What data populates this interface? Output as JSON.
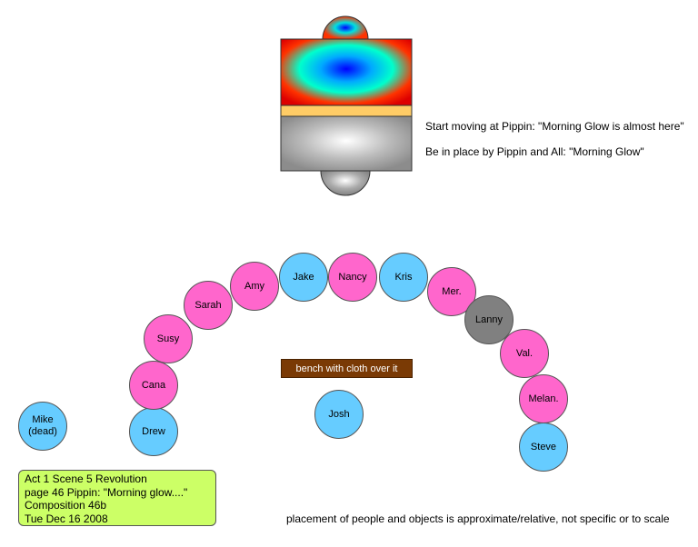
{
  "notes": {
    "cue_start": "Start moving at Pippin: \"Morning Glow is almost here\"",
    "cue_in_place": "Be in place by Pippin and All: \"Morning Glow\"",
    "disclaimer": "placement of people and objects is approximate/relative, not specific or to scale"
  },
  "bench_label": "bench with cloth over it",
  "info_box": {
    "line1": "Act 1 Scene 5 Revolution",
    "line2": "page 46 Pippin: \"Morning glow....\"",
    "line3": "Composition 46b",
    "line4": "Tue Dec 16 2008"
  },
  "people": {
    "mike": "Mike\n(dead)",
    "drew": "Drew",
    "cana": "Cana",
    "susy": "Susy",
    "sarah": "Sarah",
    "amy": "Amy",
    "jake": "Jake",
    "nancy": "Nancy",
    "kris": "Kris",
    "mer": "Mer.",
    "lanny": "Lanny",
    "val": "Val.",
    "melan": "Melan.",
    "steve": "Steve",
    "josh": "Josh"
  },
  "colors": {
    "pink": "#ff66cc",
    "blue": "#66ccff",
    "gray": "#808080",
    "bench": "#7a3a05",
    "info_box": "#ccff66",
    "stage_band": "#ffcc66"
  }
}
